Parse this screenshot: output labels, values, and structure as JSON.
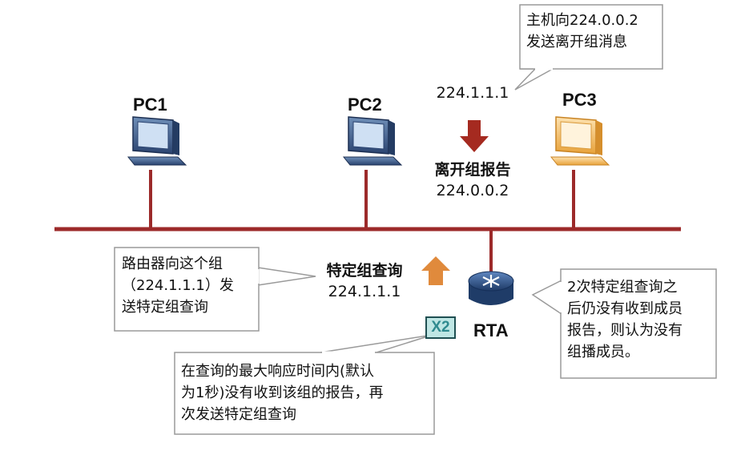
{
  "hosts": [
    {
      "name": "PC1",
      "state": "normal"
    },
    {
      "name": "PC2",
      "state": "normal"
    },
    {
      "name": "PC3",
      "state": "highlighted"
    }
  ],
  "router": {
    "name": "RTA"
  },
  "leave_report": {
    "group_address": "224.1.1.1",
    "label": "离开组报告",
    "dest_address": "224.0.0.2"
  },
  "specific_query": {
    "label": "特定组查询",
    "address": "224.1.1.1"
  },
  "counter": {
    "label": "X2"
  },
  "callouts": {
    "pc3_leave": "主机向224.0.0.2\n发送离开组消息",
    "router_query": "路由器向这个组\n（224.1.1.1）发\n送特定组查询",
    "no_member": "2次特定组查询之\n后仍没有收到成员\n报告，则认为没有\n组播成员。",
    "retry_query": "在查询的最大响应时间内(默认\n为1秒)没有收到该组的报告，再\n次发送特定组查询"
  },
  "colors": {
    "bus": "#9c2a2a",
    "down_arrow": "#a52a20",
    "up_arrow": "#e08a3c",
    "callout_border": "#9a9a9a"
  }
}
